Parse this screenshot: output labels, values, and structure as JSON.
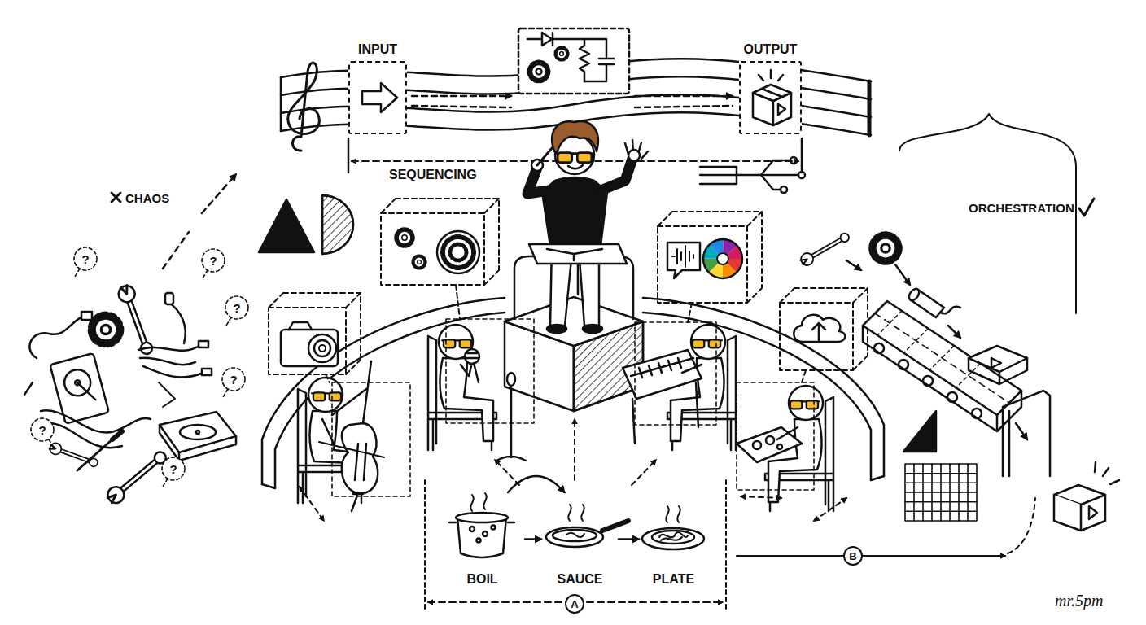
{
  "diagram": {
    "nodes": [
      {
        "text": [
          "INPUT"
        ]
      },
      {
        "text": [
          "OUTPUT"
        ]
      },
      {
        "text": [
          "BOIL"
        ]
      },
      {
        "text": [
          "SAUCE"
        ]
      },
      {
        "text": [
          "PLATE"
        ]
      },
      {
        "text": [
          "A"
        ]
      },
      {
        "text": [
          "B"
        ]
      }
    ],
    "edges": [
      {
        "from": 2,
        "to": 3,
        "arrow": "to"
      },
      {
        "from": 2,
        "to": 3,
        "arrow": "to"
      },
      {
        "from": 3,
        "to": 4,
        "arrow": "to"
      }
    ],
    "labels": [
      "SEQUENCING",
      "CHAOS",
      "?",
      "?",
      "?",
      "?",
      "?",
      "?",
      "ORCHESTRATION",
      "mr.5pm"
    ]
  }
}
